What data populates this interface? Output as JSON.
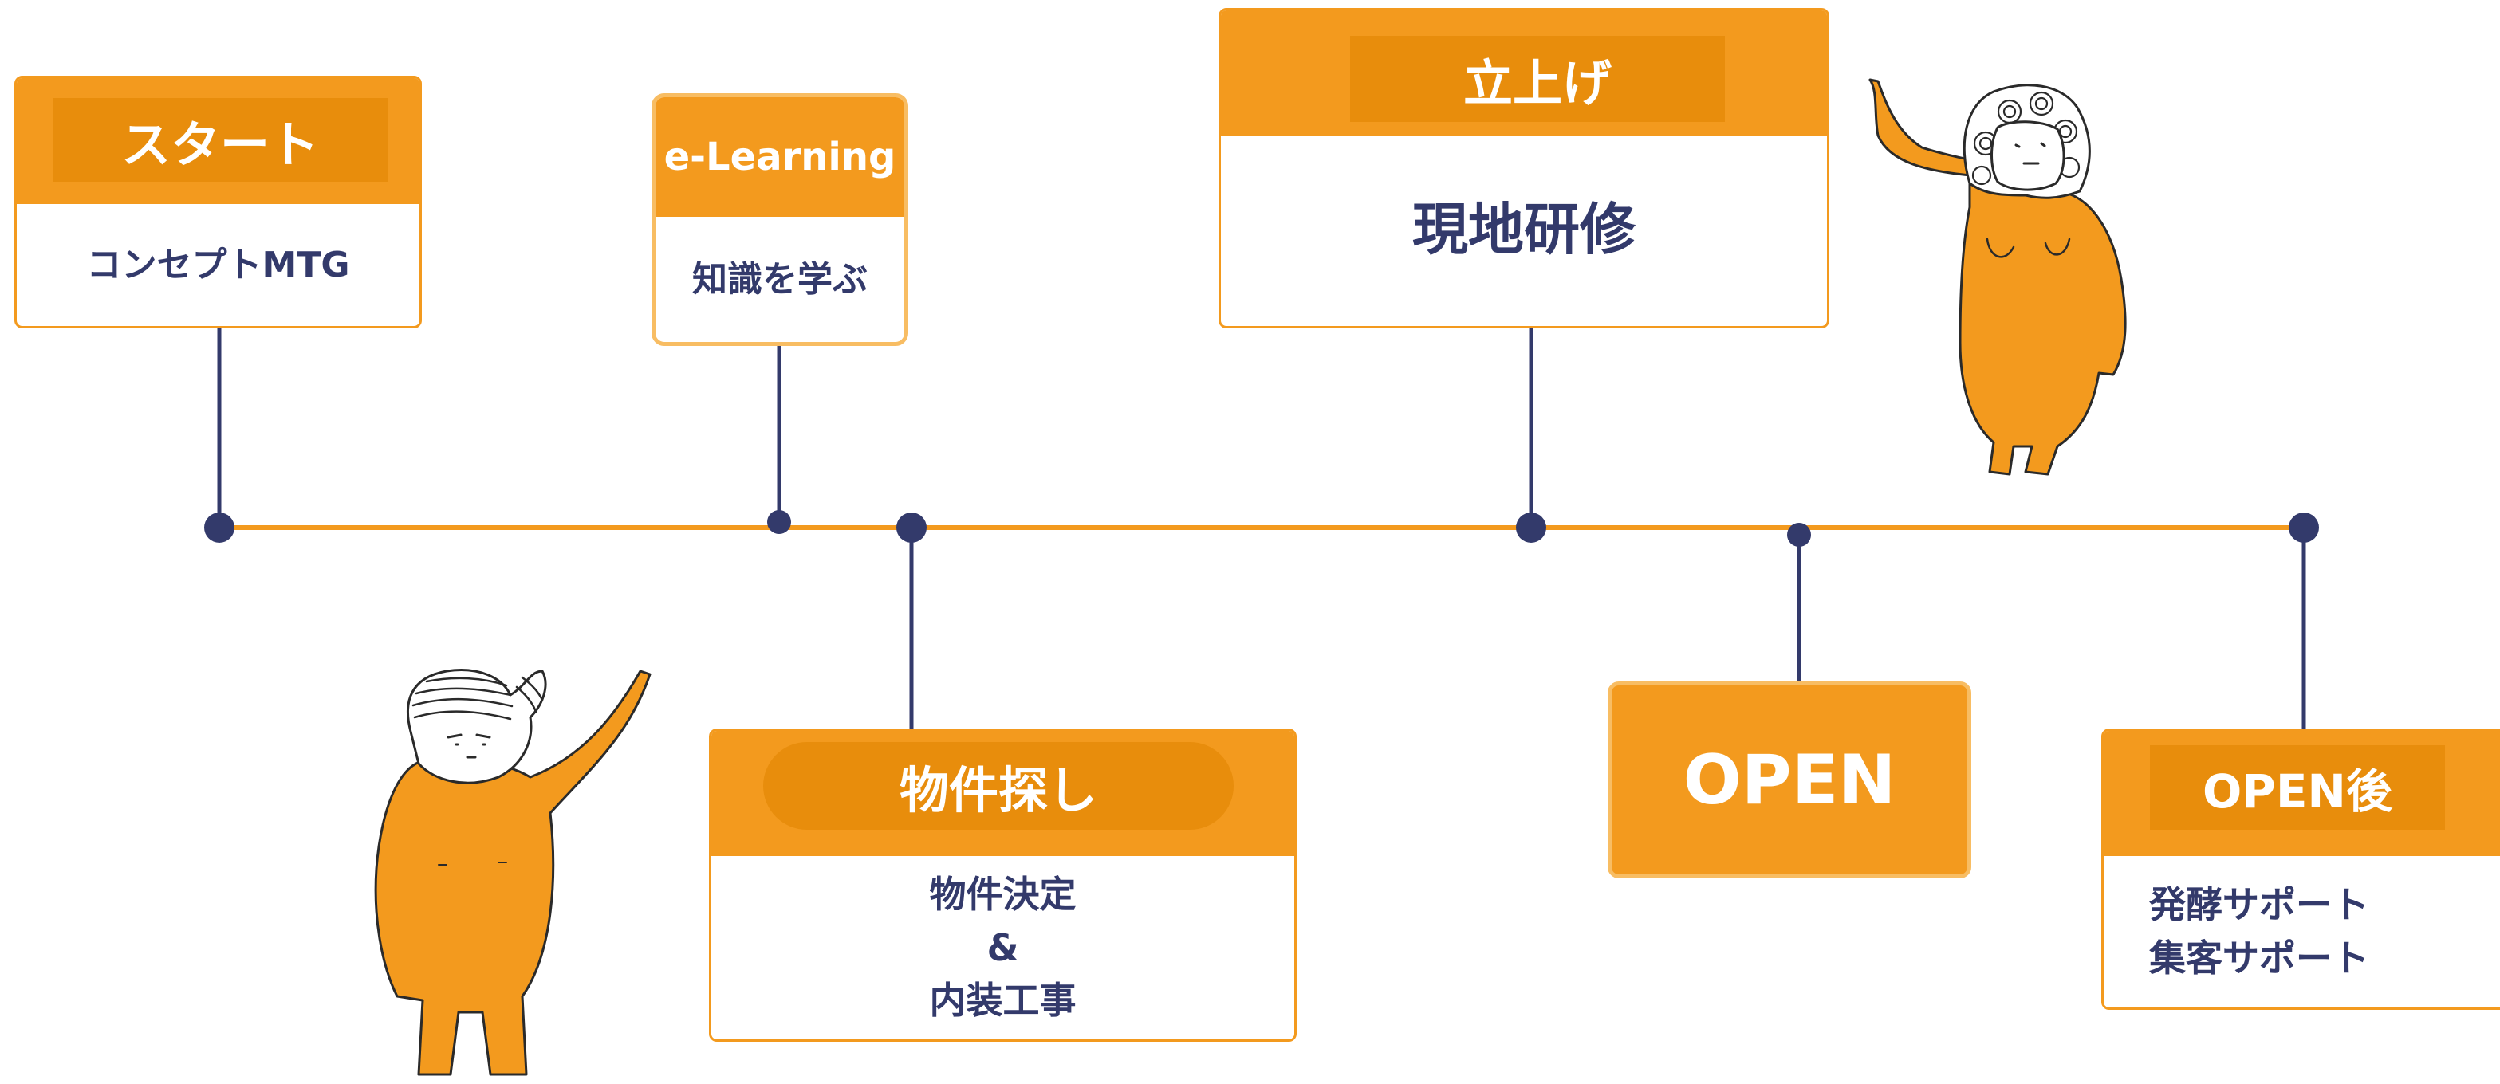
{
  "colors": {
    "accent": "#f39a1e",
    "accent_dark": "#e88d0c",
    "navy": "#333a6b",
    "pale_border": "#f8bd63",
    "white": "#ffffff"
  },
  "steps": {
    "start": {
      "title": "スタート",
      "desc": "コンセプトMTG"
    },
    "elearning": {
      "title": "e-Learning",
      "desc": "知識を学ぶ"
    },
    "property": {
      "title": "物件探し",
      "desc": "物件決定\n&\n内装工事"
    },
    "launch": {
      "title": "立上げ",
      "desc": "現地研修"
    },
    "open": {
      "title": "OPEN"
    },
    "after": {
      "title": "OPEN後",
      "desc": "発酵サポート\n集客サポート"
    }
  },
  "icons": {
    "character_left": "pointing-character-icon",
    "character_right": "pointing-character-icon"
  }
}
